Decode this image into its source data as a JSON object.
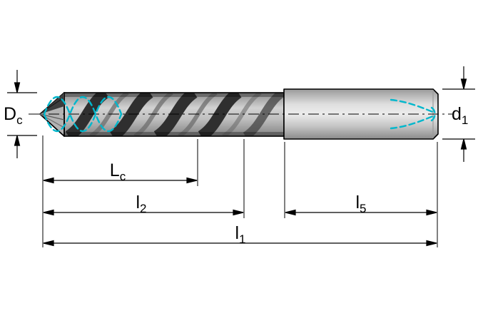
{
  "figure": {
    "kind": "technical-dimension-drawing",
    "subject": "twist-drill-with-coolant-channels",
    "labels": {
      "dc": {
        "base": "D",
        "sub": "c"
      },
      "d1": {
        "base": "d",
        "sub": "1"
      },
      "lc": {
        "base": "L",
        "sub": "c"
      },
      "l2": {
        "base": "l",
        "sub": "2"
      },
      "l5": {
        "base": "l",
        "sub": "5"
      },
      "l1": {
        "base": "l",
        "sub": "1"
      }
    },
    "colors": {
      "coolant": "#00b7cc",
      "outline": "#000000",
      "background": "#ffffff"
    }
  }
}
